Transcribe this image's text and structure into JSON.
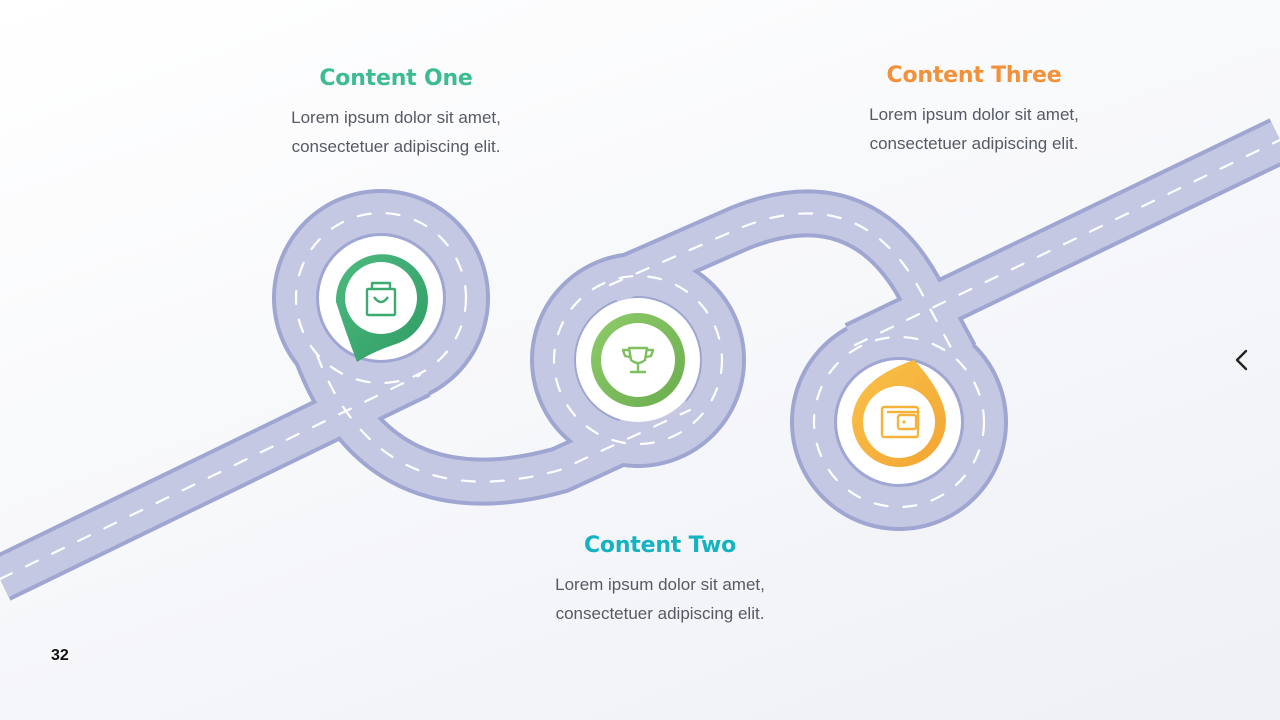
{
  "colors": {
    "road_fill": "#c5c8e2",
    "road_edge": "#9fa6d2",
    "lane_marking": "#ffffff",
    "content_one": "#3dbb93",
    "content_two": "#14b3c1",
    "content_three": "#f2913a",
    "pin_one": "#3daa72",
    "pin_two": "#7ebf5e",
    "pin_three": "#f5b33c"
  },
  "items": [
    {
      "title": "Content One",
      "body_line1": "Lorem ipsum dolor sit amet,",
      "body_line2": "consectetuer adipiscing elit.",
      "icon": "shopping-bag-icon"
    },
    {
      "title": "Content Two",
      "body_line1": "Lorem ipsum dolor sit amet,",
      "body_line2": "consectetuer adipiscing elit.",
      "icon": "trophy-icon"
    },
    {
      "title": "Content Three",
      "body_line1": "Lorem ipsum dolor sit amet,",
      "body_line2": "consectetuer adipiscing elit.",
      "icon": "wallet-icon"
    }
  ],
  "nav": {
    "icon": "chevron-left-icon"
  },
  "page_number": "32"
}
